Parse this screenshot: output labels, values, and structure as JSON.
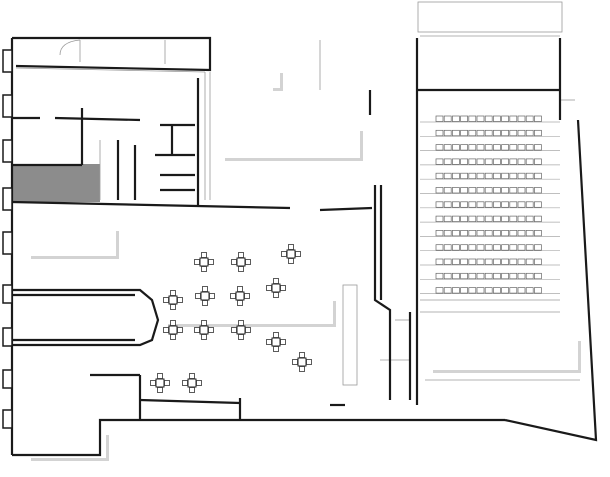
{
  "plan": {
    "auditorium": {
      "seat_rows": 13,
      "seats_per_row": 13
    },
    "cafe": {
      "table_count": 14
    },
    "colors": {
      "wall": "#1a1a1a",
      "thin": "#9a9a9a",
      "stair_fill": "#8c8c8c",
      "label_shadow": "#b5b5b5"
    }
  }
}
